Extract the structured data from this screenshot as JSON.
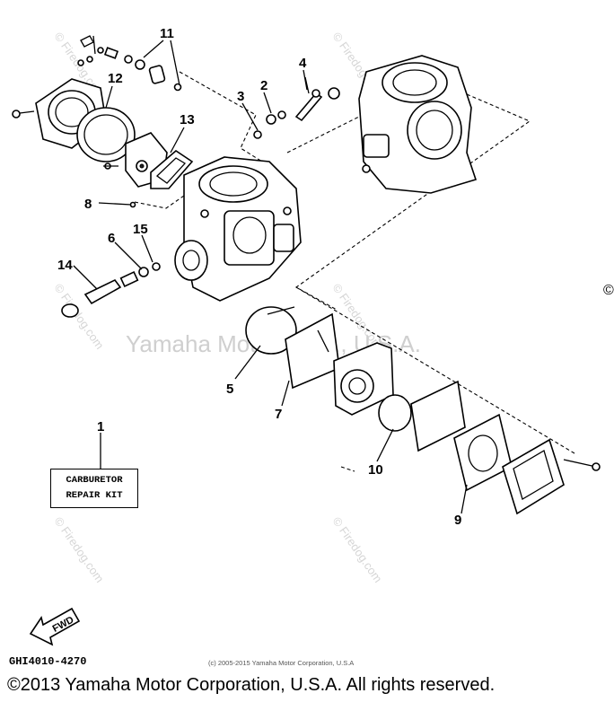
{
  "watermark": {
    "main_text": "Yamaha Motor Corp., U.S.A.",
    "firedog_text": "© Firedog.com"
  },
  "callouts": {
    "c1": "1",
    "c2": "2",
    "c3": "3",
    "c4": "4",
    "c5": "5",
    "c6": "6",
    "c7": "7",
    "c8": "8",
    "c9": "9",
    "c10": "10",
    "c11": "11",
    "c12": "12",
    "c13": "13",
    "c14": "14",
    "c15": "15"
  },
  "repair_kit": {
    "line1": "CARBURETOR",
    "line2": "REPAIR KIT"
  },
  "fwd_label": "FWD",
  "drawing_code": "GHI4010-4270",
  "small_copyright": "(c) 2005-2015 Yamaha Motor Corporation, U.S.A",
  "footer_copyright": "©2013 Yamaha Motor Corporation, U.S.A. All rights reserved.",
  "edge_mark": "©"
}
